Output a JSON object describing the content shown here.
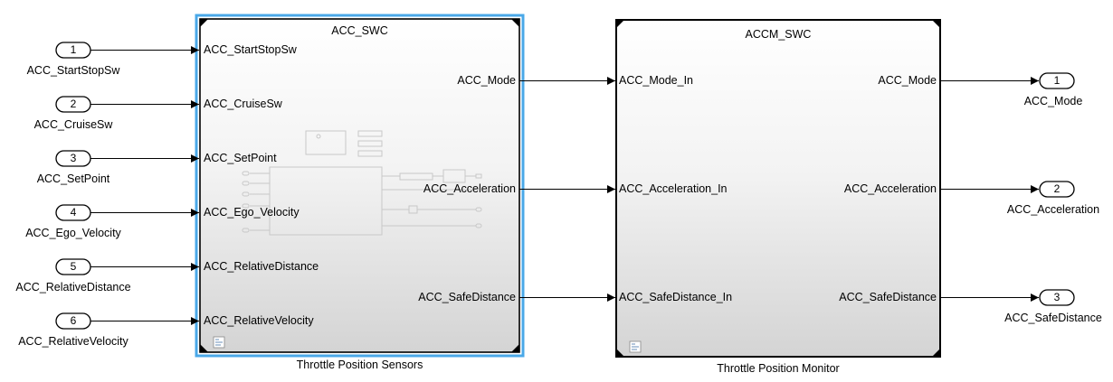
{
  "inports": [
    {
      "num": "1",
      "name": "ACC_StartStopSw"
    },
    {
      "num": "2",
      "name": "ACC_CruiseSw"
    },
    {
      "num": "3",
      "name": "ACC_SetPoint"
    },
    {
      "num": "4",
      "name": "ACC_Ego_Velocity"
    },
    {
      "num": "5",
      "name": "ACC_RelativeDistance"
    },
    {
      "num": "6",
      "name": "ACC_RelativeVelocity"
    }
  ],
  "swc_block": {
    "title": "ACC_SWC",
    "caption": "Throttle Position Sensors",
    "selected": true,
    "selection_color": "#4aa8e8",
    "inputs": [
      "ACC_StartStopSw",
      "ACC_CruiseSw",
      "ACC_SetPoint",
      "ACC_Ego_Velocity",
      "ACC_RelativeDistance",
      "ACC_RelativeVelocity"
    ],
    "outputs": [
      "ACC_Mode",
      "ACC_Acceleration",
      "ACC_SafeDistance"
    ]
  },
  "monitor_block": {
    "title": "ACCM_SWC",
    "caption": "Throttle Position Monitor",
    "inputs": [
      "ACC_Mode_In",
      "ACC_Acceleration_In",
      "ACC_SafeDistance_In"
    ],
    "outputs": [
      "ACC_Mode",
      "ACC_Acceleration",
      "ACC_SafeDistance"
    ]
  },
  "outports": [
    {
      "num": "1",
      "name": "ACC_Mode"
    },
    {
      "num": "2",
      "name": "ACC_Acceleration"
    },
    {
      "num": "3",
      "name": "ACC_SafeDistance"
    }
  ]
}
